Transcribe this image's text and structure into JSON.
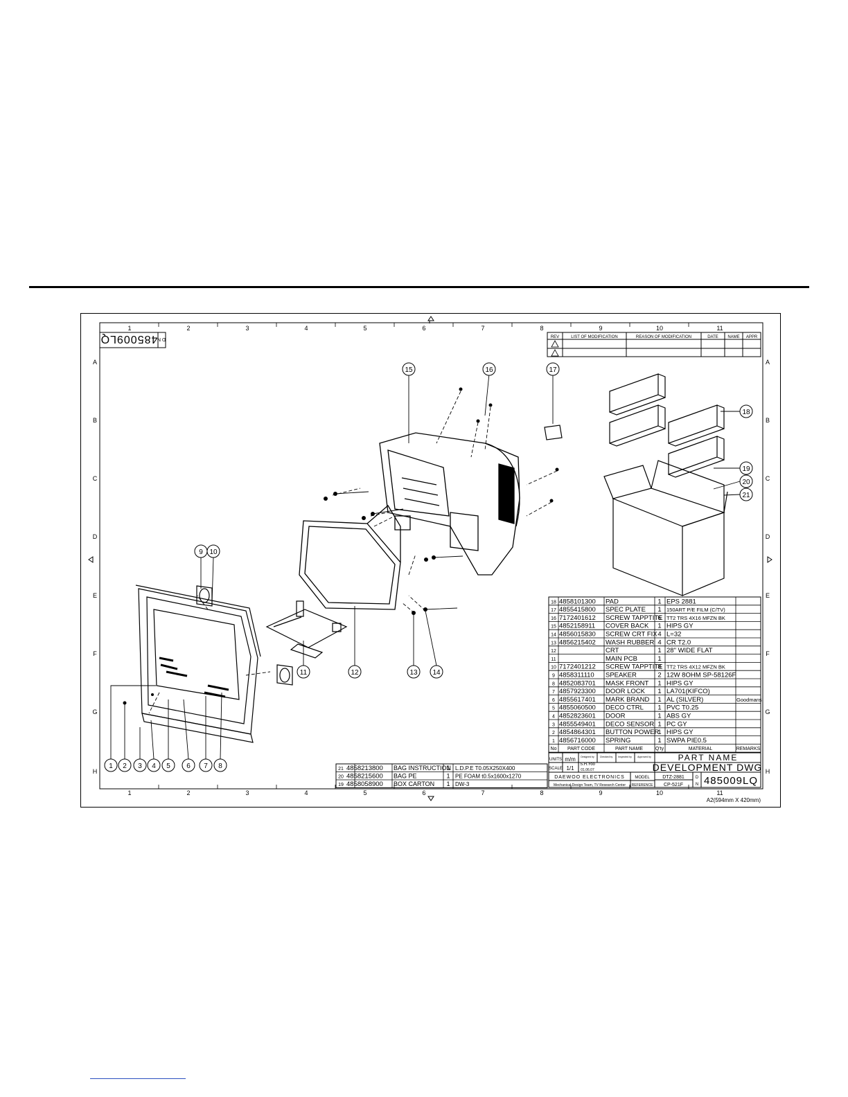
{
  "drawing": {
    "number": "485009LQ",
    "dn_label": "D N",
    "columns": [
      "1",
      "2",
      "3",
      "4",
      "5",
      "6",
      "7",
      "8",
      "9",
      "10",
      "11"
    ],
    "rows": [
      "A",
      "B",
      "C",
      "D",
      "E",
      "F",
      "G",
      "H"
    ],
    "sheet_size": "A2(594mm X 420mm)"
  },
  "revision_table": {
    "headers": [
      "REV",
      "LIST OF MODIFICATION",
      "REASON OF MODIFICATION",
      "DATE",
      "NAME",
      "APPR"
    ]
  },
  "parts_header": [
    "No",
    "PART CODE",
    "PART NAME",
    "Q'ty",
    "MATERIAL",
    "REMARKS"
  ],
  "parts": [
    {
      "no": "18",
      "code": "4858101300",
      "name": "PAD",
      "qty": "1",
      "material": "EPS 2881",
      "remarks": ""
    },
    {
      "no": "17",
      "code": "4855415800",
      "name": "SPEC PLATE",
      "qty": "1",
      "material": "150ART P/E FILM (C/TV)",
      "remarks": ""
    },
    {
      "no": "16",
      "code": "7172401612",
      "name": "SCREW TAPPTITE",
      "qty": "6",
      "material": "TT2 TRS 4X16 MFZN BK",
      "remarks": ""
    },
    {
      "no": "15",
      "code": "4852158911",
      "name": "COVER BACK",
      "qty": "1",
      "material": "HIPS GY",
      "remarks": ""
    },
    {
      "no": "14",
      "code": "4856015830",
      "name": "SCREW CRT FIX",
      "qty": "4",
      "material": "L=32",
      "remarks": ""
    },
    {
      "no": "13",
      "code": "4856215402",
      "name": "WASH RUBBER",
      "qty": "4",
      "material": "CR T2.0",
      "remarks": ""
    },
    {
      "no": "12",
      "code": "",
      "name": "CRT",
      "qty": "1",
      "material": "28\" WIDE FLAT",
      "remarks": ""
    },
    {
      "no": "11",
      "code": "",
      "name": "MAIN PCB",
      "qty": "1",
      "material": "",
      "remarks": ""
    },
    {
      "no": "10",
      "code": "7172401212",
      "name": "SCREW TAPPTITE",
      "qty": "8",
      "material": "TT2 TRS 4X12 MFZN BK",
      "remarks": ""
    },
    {
      "no": "9",
      "code": "4858311110",
      "name": "SPEAKER",
      "qty": "2",
      "material": "12W 8OHM SP-58126F",
      "remarks": ""
    },
    {
      "no": "8",
      "code": "4852083701",
      "name": "MASK FRONT",
      "qty": "1",
      "material": "HIPS GY",
      "remarks": ""
    },
    {
      "no": "7",
      "code": "4857923300",
      "name": "DOOR LOCK",
      "qty": "1",
      "material": "LA701(KIFCO)",
      "remarks": ""
    },
    {
      "no": "6",
      "code": "4855617401",
      "name": "MARK BRAND",
      "qty": "1",
      "material": "AL (SILVER)",
      "remarks": "Goodmans"
    },
    {
      "no": "5",
      "code": "4855060500",
      "name": "DECO CTRL",
      "qty": "1",
      "material": "PVC T0.25",
      "remarks": ""
    },
    {
      "no": "4",
      "code": "4852823601",
      "name": "DOOR",
      "qty": "1",
      "material": "ABS GY",
      "remarks": ""
    },
    {
      "no": "3",
      "code": "4855549401",
      "name": "DECO SENSOR",
      "qty": "1",
      "material": "PC GY",
      "remarks": ""
    },
    {
      "no": "2",
      "code": "4854864301",
      "name": "BUTTON POWER",
      "qty": "1",
      "material": "HIPS GY",
      "remarks": ""
    },
    {
      "no": "1",
      "code": "4856716000",
      "name": "SPRING",
      "qty": "1",
      "material": "SWPA PIE0.5",
      "remarks": ""
    }
  ],
  "packing_parts": [
    {
      "no": "21",
      "code": "4858213800",
      "name": "BAG INSTRUCTION",
      "qty": "1",
      "material": "L.D.P.E T0.05X250X400"
    },
    {
      "no": "20",
      "code": "4858215600",
      "name": "BAG PE",
      "qty": "1",
      "material": "PE FOAM t0.5x1600x1270"
    },
    {
      "no": "19",
      "code": "4858058900",
      "name": "BOX CARTON",
      "qty": "1",
      "material": "DW-3"
    }
  ],
  "title_block": {
    "part_name_label": "PART NAME",
    "part_name": "DEVELOPMENT DWG",
    "units_label": "UNITS",
    "units": "m/m",
    "scale_label": "SCALE",
    "scale": "1/1",
    "designed_by_label": "Designed by",
    "checked_by_label": "Checked by",
    "inspected_by_label": "Inspected by",
    "approved_by_label": "Approved by",
    "designer": "S.H.Yoo",
    "date": "01.06.07",
    "company": "DAEWOO ELECTRONICS",
    "dept": "Mechanical Design Team, TV Research Center",
    "model_label": "MODEL",
    "model": "DTZ-2881",
    "reference_label": "REFERENCE",
    "reference": "CP-521F",
    "dwg_no": "485009LQ"
  },
  "callouts": [
    "1",
    "2",
    "3",
    "4",
    "5",
    "6",
    "7",
    "8",
    "9",
    "10",
    "11",
    "12",
    "13",
    "14",
    "15",
    "16",
    "17",
    "18",
    "19",
    "20",
    "21"
  ],
  "colors": {
    "line": "#000000",
    "background": "#ffffff",
    "link": "#2a4fbf"
  }
}
